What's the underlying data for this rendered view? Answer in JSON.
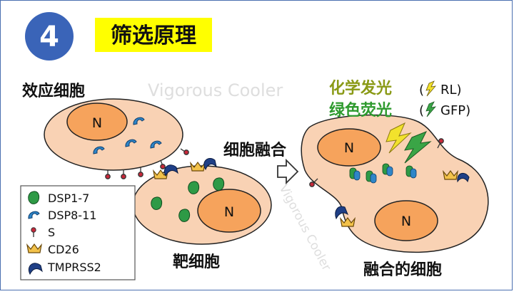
{
  "header": {
    "step_number": "4",
    "title": "筛选原理"
  },
  "labels": {
    "effector_cell": "效应细胞",
    "target_cell": "靶细胞",
    "cell_fusion": "细胞融合",
    "fused_cell": "融合的细胞",
    "nucleus": "N",
    "chem_line1": "化学发光",
    "chem_line2": "绿色荧光",
    "rl_label": "RL)",
    "gfp_label": "GFP)",
    "paren_open": "("
  },
  "legend": {
    "items": [
      {
        "label": "DSP1-7",
        "icon": "dsp1-7-icon"
      },
      {
        "label": "DSP8-11",
        "icon": "dsp8-11-icon"
      },
      {
        "label": "S",
        "icon": "spike-s-icon"
      },
      {
        "label": "CD26",
        "icon": "cd26-receptor-icon"
      },
      {
        "label": "TMPRSS2",
        "icon": "tmprss2-icon"
      }
    ]
  },
  "watermark": "Vigorous Cooler",
  "colors": {
    "step_circle": "#3a64b8",
    "title_bg": "#ffff00",
    "cell_fill": "#f9d2b4",
    "nucleus_fill": "#f6a35c",
    "dsp_green": "#2e9a46",
    "dsp_blue": "#2f86c8",
    "chem_text": "#8a9a16",
    "green_text": "#2e9a2e",
    "cd26": "#f3c24a",
    "tmprss2": "#1f3f86",
    "spike": "#c8283a",
    "bolt_yellow": "#f2e22c",
    "bolt_green": "#3aa546"
  }
}
